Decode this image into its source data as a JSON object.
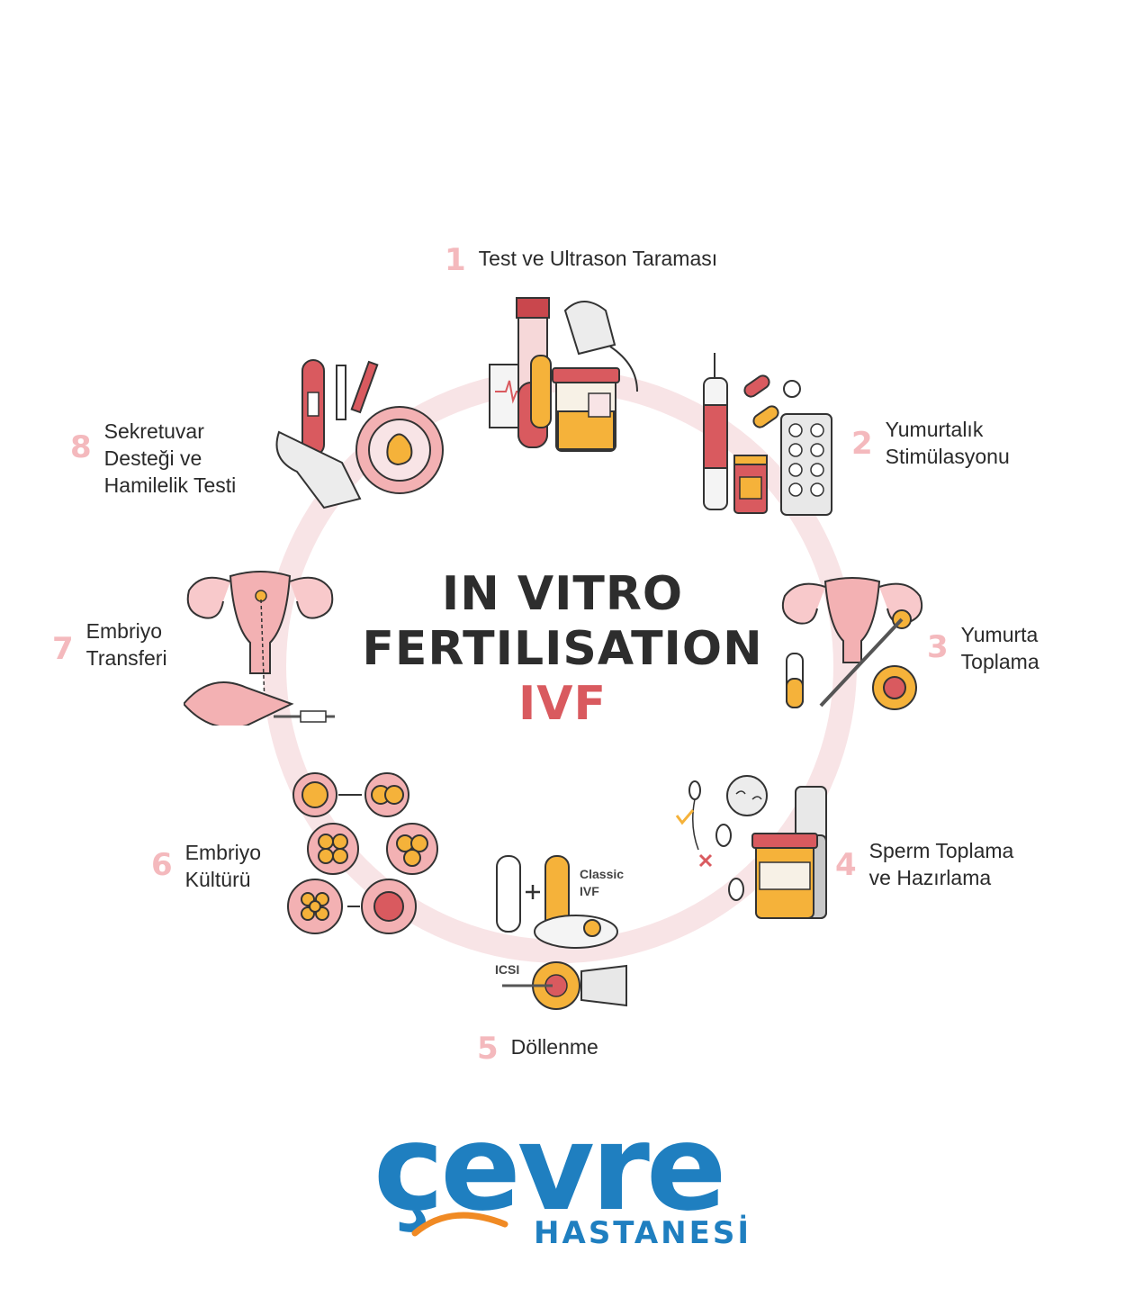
{
  "title": {
    "line1": "IN VITRO",
    "line2": "FERTILISATION",
    "line3": "IVF"
  },
  "steps": [
    {
      "number": "1",
      "label": "Test ve Ultrason Taraması"
    },
    {
      "number": "2",
      "label": "Yumurtalık\nStimülasyonu"
    },
    {
      "number": "3",
      "label": "Yumurta\nToplama"
    },
    {
      "number": "4",
      "label": "Sperm Toplama\nve Hazırlama"
    },
    {
      "number": "5",
      "label": "Döllenme"
    },
    {
      "number": "6",
      "label": "Embriyo\nKültürü"
    },
    {
      "number": "7",
      "label": "Embriyo\nTransferi"
    },
    {
      "number": "8",
      "label": "Sekretuvar\nDesteği ve\nHamilelik Testi"
    }
  ],
  "fertilization_labels": {
    "classic": "Classic",
    "ivf": "IVF",
    "icsi": "ICSI"
  },
  "logo": {
    "word": "çevre",
    "sub": "HASTANESİ"
  },
  "colors": {
    "ring": "#f8e4e6",
    "accent_red": "#d95a5f",
    "number_pink": "#f4b9bd",
    "logo_blue": "#1f7fc0",
    "logo_orange": "#f08a24"
  }
}
